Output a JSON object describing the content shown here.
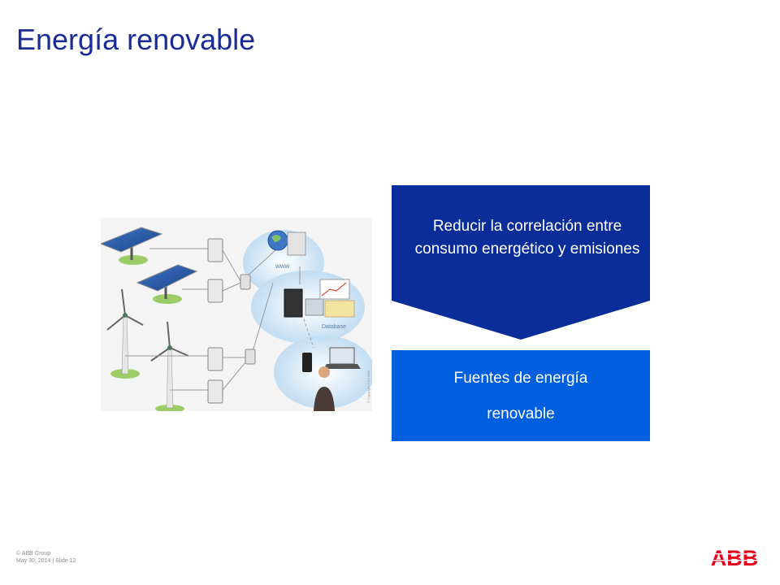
{
  "slide": {
    "title": "Energía renovable",
    "pentagon_text": "Reducir la correlación entre consumo energético y emisiones",
    "box_line1": "Fuentes de energía",
    "box_line2": "renovable"
  },
  "diagram": {
    "www_label": "www",
    "database_label": "Database",
    "copyright_label": "© Copyright 2010 ABB"
  },
  "footer": {
    "copyright": "© ABB Group",
    "date_slide": "May 30, 2014 | Slide 12"
  },
  "logo": {
    "text": "ABB",
    "color": "#e2001a"
  },
  "colors": {
    "title": "#1a2d96",
    "pentagon": "#0a2d9a",
    "box": "#005fde"
  }
}
